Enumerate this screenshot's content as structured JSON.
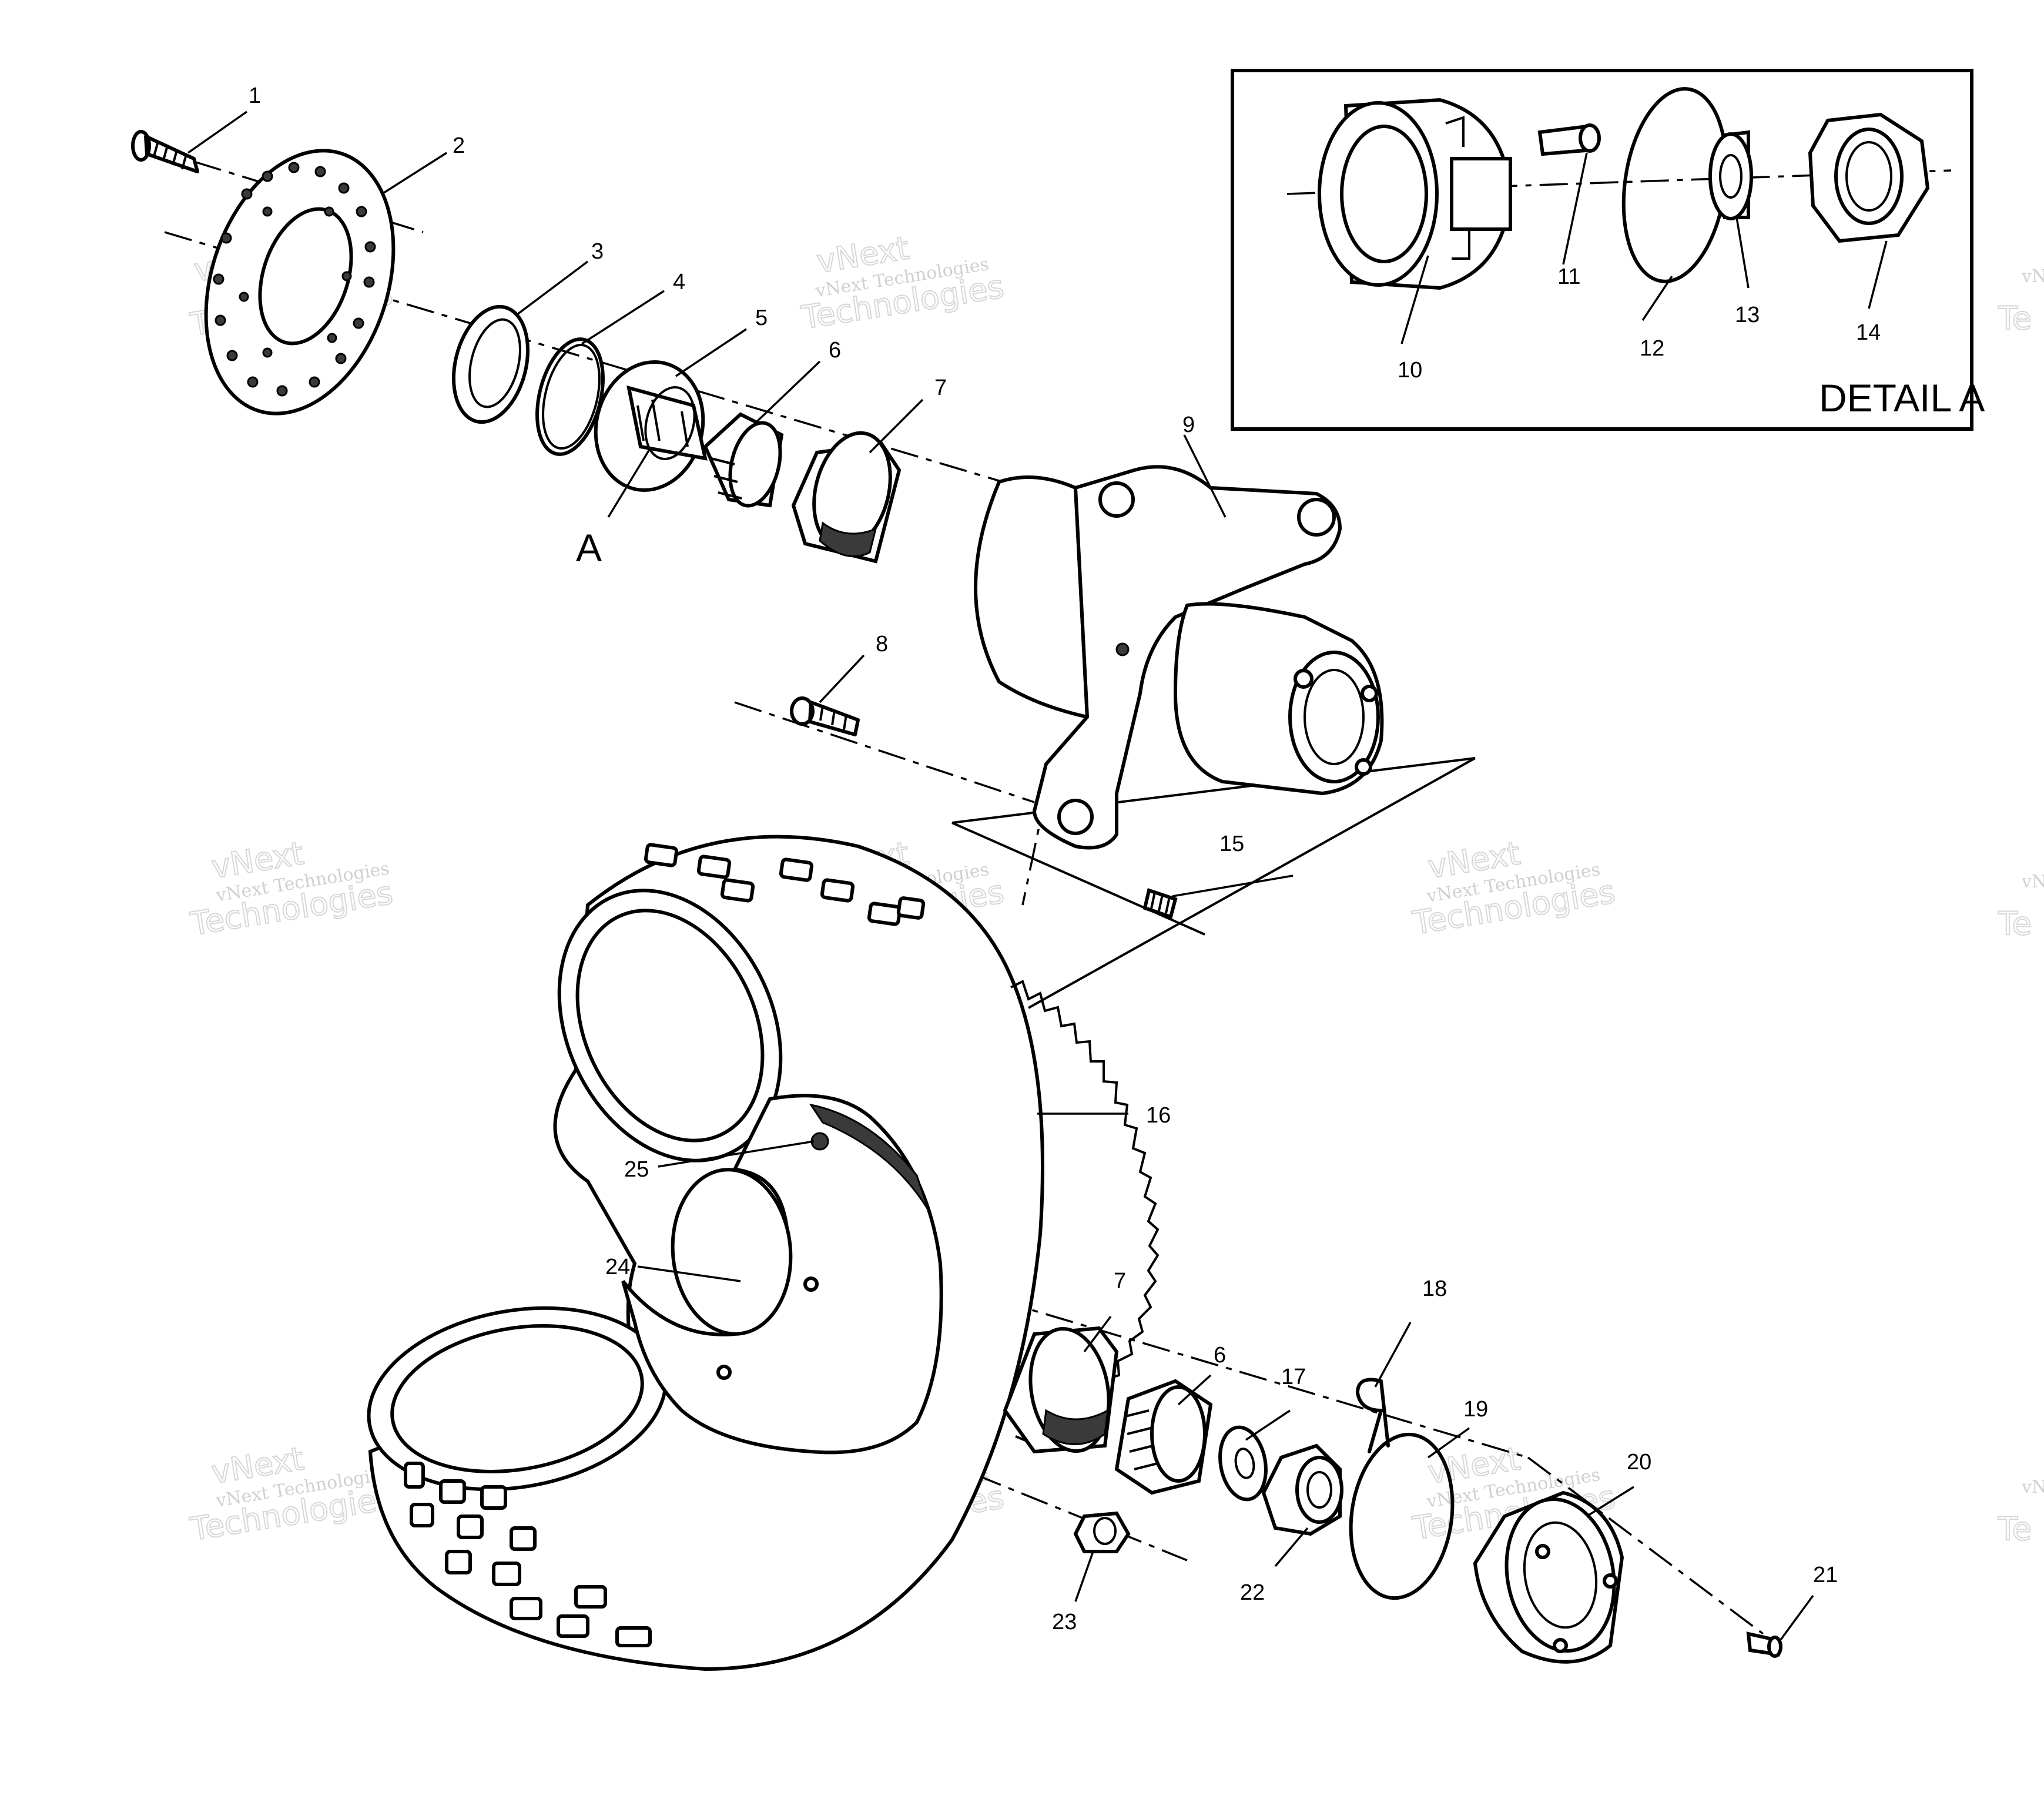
{
  "callouts": [
    {
      "id": "1",
      "text": "1"
    },
    {
      "id": "2",
      "text": "2"
    },
    {
      "id": "3",
      "text": "3"
    },
    {
      "id": "4",
      "text": "4"
    },
    {
      "id": "5",
      "text": "5"
    },
    {
      "id": "6",
      "text": "6"
    },
    {
      "id": "7",
      "text": "7"
    },
    {
      "id": "8",
      "text": "8"
    },
    {
      "id": "9",
      "text": "9"
    },
    {
      "id": "10",
      "text": "10"
    },
    {
      "id": "11",
      "text": "11"
    },
    {
      "id": "12",
      "text": "12"
    },
    {
      "id": "13",
      "text": "13"
    },
    {
      "id": "14",
      "text": "14"
    },
    {
      "id": "15",
      "text": "15"
    },
    {
      "id": "16",
      "text": "16"
    },
    {
      "id": "17",
      "text": "17"
    },
    {
      "id": "18",
      "text": "18"
    },
    {
      "id": "19",
      "text": "19"
    },
    {
      "id": "20",
      "text": "20"
    },
    {
      "id": "21",
      "text": "21"
    },
    {
      "id": "22",
      "text": "22"
    },
    {
      "id": "23",
      "text": "23"
    },
    {
      "id": "24",
      "text": "24"
    },
    {
      "id": "25",
      "text": "25"
    },
    {
      "id": "6b",
      "text": "6"
    },
    {
      "id": "7b",
      "text": "7"
    }
  ],
  "detail_marker": "A",
  "detail_title": "DETAIL A",
  "watermark": {
    "line1": "vNext Technologies",
    "line2": "vNext",
    "line3": "Technologies",
    "edge": "vN",
    "edge2": "Te"
  }
}
